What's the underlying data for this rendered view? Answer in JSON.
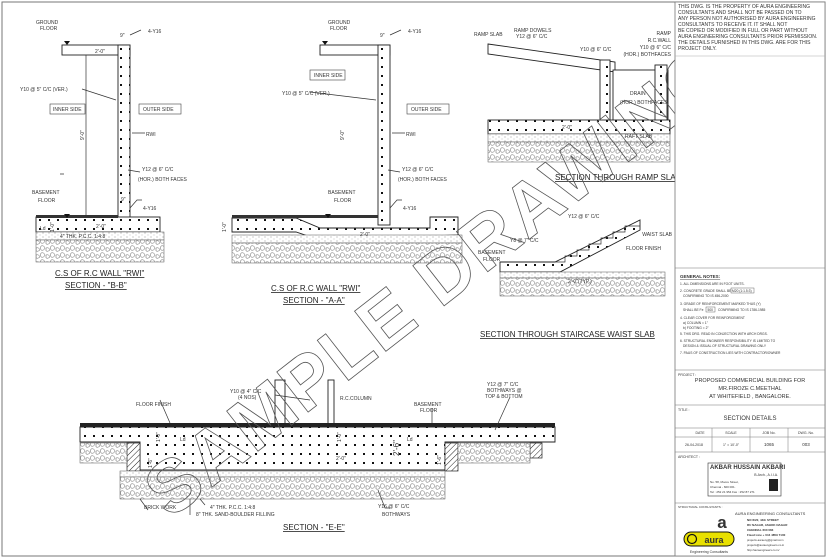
{
  "disclaimer": [
    "THIS DWG. IS THE PROPERTY OF AURA ENGINEERING CONSULTANTS AND SHALL NOT BE PASSED ON TO",
    "ANY PERSON NOT AUTHORISED BY AURA ENGINEERING CONSULTANTS TO RECEIVE IT. IT SHALL NOT",
    "BE COPIED OR MODIFIED IN FULL OR PART WITHOUT AURA ENGINEERING CONSULTANTS PRIOR PERMISSION.",
    "THE DETAILS FURNISHED IN THIS DWG. ARE FOR THIS PROJECT ONLY."
  ],
  "watermark": "SAMPLE DRAWINGS",
  "section_bb": {
    "title": "C.S OF R.C WALL \"RWI\"",
    "subtitle": "SECTION - \"B-B\"",
    "labels": {
      "ground_floor_1": "GROUND",
      "ground_floor_2": "FLOOR",
      "top_bar": "4-Y16",
      "dim_9": "9\"",
      "dim_2ft": "2'-0\"",
      "vert_bar": "Y10 @ 5\" C/C (VER.)",
      "inner": "INNER SIDE",
      "outer": "OUTER SIDE",
      "rwi": "RWI",
      "height": "9'-0\"",
      "hor_bar_1": "Y12 @ 6\" C/C",
      "hor_bar_2": "(HOR.) BOTH FACES",
      "basement_1": "BASEMENT",
      "basement_2": "FLOOR",
      "dim_9b": "9\"",
      "bottom_bar": "4-Y16",
      "ld": "Ld",
      "dim_1ft": "1'-0\"",
      "dim_2ftb": "2'-0\"",
      "pcc": "4\" THK. P.C.C. 1:4:8"
    }
  },
  "section_aa": {
    "title": "C.S OF R.C WALL \"RWI\"",
    "subtitle": "SECTION - \"A-A\"",
    "labels": {
      "ground_floor_1": "GROUND",
      "ground_floor_2": "FLOOR",
      "top_bar": "4-Y16",
      "dim_9": "9\"",
      "inner": "INNER SIDE",
      "vert_bar": "Y10 @ 5\" C/C (VER.)",
      "outer": "OUTER SIDE",
      "rwi": "RWI",
      "height": "9'-0\"",
      "hor_bar_1": "Y12 @ 6\" C/C",
      "hor_bar_2": "(HOR.) BOTH FACES",
      "basement_1": "BASEMENT",
      "basement_2": "FLOOR",
      "bottom_bar": "4-Y16",
      "dim_1ft": "1'-0\"",
      "dim_2ft": "2'-0\""
    }
  },
  "ramp": {
    "title": "SECTION THROUGH RAMP SLAB",
    "labels": {
      "ramp_slab": "RAMP SLAB",
      "dowels_1": "RAMP DOWELS",
      "dowels_2": "Y12 @ 6\" C/C",
      "y10": "Y10 @ 6\" C/C",
      "wall_1": "RAMP",
      "wall_2": "R.C.WALL",
      "wall_3": "Y10 @ 6\" C/C",
      "wall_4": "(HOR.) BOTHFACES",
      "drain": "DRAIN",
      "dim": "2'-0\"",
      "raft": "RAFT SLAB",
      "bothfaces": "(HOR.) BOTHFACES"
    }
  },
  "stair": {
    "title": "SECTION THROUGH STAIRCASE WAIST SLAB",
    "labels": {
      "y12": "Y12 @ 6\" C/C",
      "waist": "WAIST SLAB",
      "y8": "Y8 @ 7\" C/C",
      "floor_finish": "FLOOR FINISH",
      "basement_1": "BASEMENT",
      "basement_2": "FLOOR",
      "dim": "2'-0\"(TYP.)"
    }
  },
  "section_ee": {
    "title": "SECTION - \"E-E\"",
    "labels": {
      "y10_1": "Y10 @ 4\" C/C",
      "y10_2": "(4 NOS)",
      "column": "R.C.COLUMN",
      "floor_finish": "FLOOR FINISH",
      "basement_1": "BASEMENT",
      "basement_2": "FLOOR",
      "y12_1": "Y12 @ 7\" C/C",
      "y12_2": "BOTHWAYS @",
      "y12_3": "TOP & BOTTOM",
      "dim_1ft_a": "1'-0\"",
      "dim_1ft_b": "1'-0\"",
      "ld_a": "Ld",
      "ld_b": "Ld",
      "dim_26": "2'-6\"",
      "dim_2ft": "2'-0\"",
      "dim_16a": "1'-6\"",
      "dim_16b": "1'-6\"",
      "brick": "BRICK WORK",
      "pcc": "4\" THK. P.C.C. 1:4:8",
      "sand": "8\" THK. SAND-BOULDER FILLING",
      "y16_1": "Y16 @ 6\" C/C",
      "y16_2": "BOTHWAYS"
    }
  },
  "general_notes": {
    "heading": "GENERAL NOTES:",
    "items": [
      "1. ALL DIMENSIONS ARE IN FOOT UNITS.",
      "2. CONCRETE GRADE SHALL BE",
      "CONFIRMING TO IS 456-2000",
      "3. GRADE OF REINFORCEMENT MARKED THUS (Y)",
      "SHALL BE Fe",
      "CONFIRMING TO IS 1786-1985",
      "4. CLEAR COVER FOR REINFORCEMENT",
      "a) COLUMN = 1\"",
      "b) FOOTING = 2\"",
      "5. THIS DRG. READ IN CONJECTION WITH ARCH DRGS.",
      "6. STRUCTURAL ENGINEER RESPONSIBILITY IS LIMITED TO",
      "DESIGN & ISSUAL OF STRUCTURAL DRAWING ONLY",
      "7. PAUS OF CONSTRUCTION LIES WITH CONTRACTOR/OWNER"
    ],
    "concrete_grade": "M20 (1:1.5:3)",
    "steel_grade": "500"
  },
  "project": {
    "label": "PROJECT :",
    "lines": [
      "PROPOSED COMMERCIAL BUILDING FOR",
      "MR.FIROZE C.MEETHAL",
      "AT WHITEFIELD , BANGALORE."
    ]
  },
  "title": {
    "label": "TITLE :",
    "value": "SECTION DETAILS"
  },
  "info_table": {
    "headers": [
      "DATE",
      "SCALE",
      "JOB No.",
      "DWG. No."
    ],
    "values": [
      "26-04-2018",
      "1\" = 10'-0\"",
      "1065",
      "003"
    ]
  },
  "architect": {
    "label": "ARCHITECT :",
    "name": "AKBAR HUSSAIN AKBARI",
    "quals": "B.Arch., A.I.I.A.",
    "address": "No. 58, Moore Street,",
    "city": "Chennai - 600 001.",
    "phone": "Tel : 252 21 954 Fax : 252 87 271"
  },
  "consultant": {
    "label": "STRUCTURAL CONSULTANTS :",
    "name": "AURA ENGINEERING CONSULTANTS",
    "lines": [
      "NO:6/22, 44th STREET",
      "RU NAGAR, ASHOK NAGAR",
      "CHENNAI- 600 083",
      "Fixed Line + 044 4859 7100",
      "projects.auraeng@gmail.com",
      "projects@auraengineers.co.in",
      "http://auraengineers.co.in/"
    ],
    "logo_letter": "a",
    "logo_word": "aura",
    "logo_tag": "Engineering Consultants"
  },
  "colors": {
    "logo_yellow": "#e8e000",
    "line": "#333333"
  }
}
